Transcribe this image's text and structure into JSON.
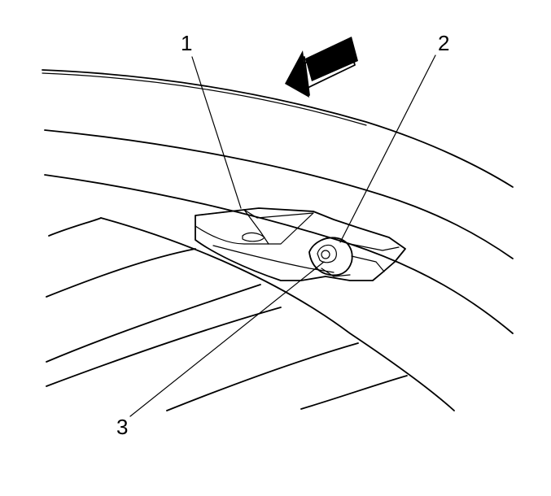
{
  "diagram": {
    "callouts": [
      {
        "id": "callout-1",
        "label": "1"
      },
      {
        "id": "callout-2",
        "label": "2"
      },
      {
        "id": "callout-3",
        "label": "3"
      }
    ],
    "direction_arrow_icon": "forward-direction-arrow-icon"
  }
}
